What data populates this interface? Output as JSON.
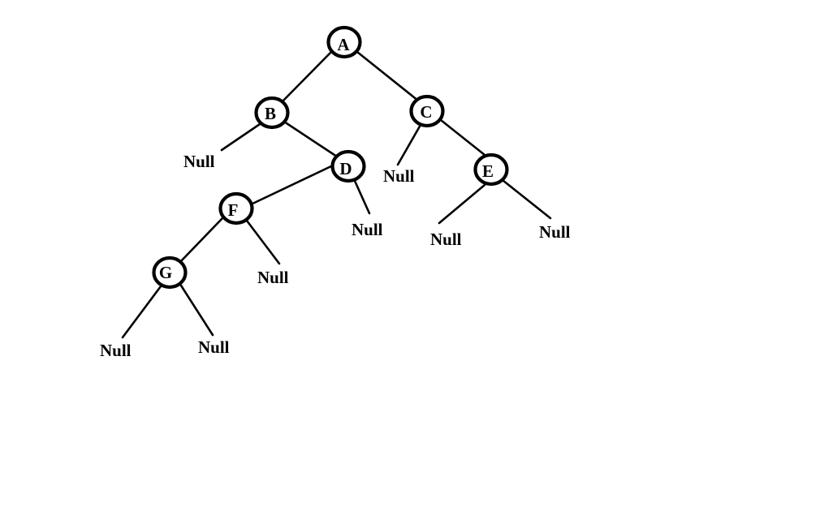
{
  "nodes": {
    "A": {
      "label": "A"
    },
    "B": {
      "label": "B"
    },
    "C": {
      "label": "C"
    },
    "D": {
      "label": "D"
    },
    "E": {
      "label": "E"
    },
    "F": {
      "label": "F"
    },
    "G": {
      "label": "G"
    }
  },
  "nulls": {
    "b_left": "Null",
    "c_left": "Null",
    "d_right": "Null",
    "e_left": "Null",
    "e_right": "Null",
    "f_right": "Null",
    "g_left": "Null",
    "g_right": "Null"
  },
  "colors": {
    "stroke": "#000000",
    "background": "#ffffff"
  }
}
